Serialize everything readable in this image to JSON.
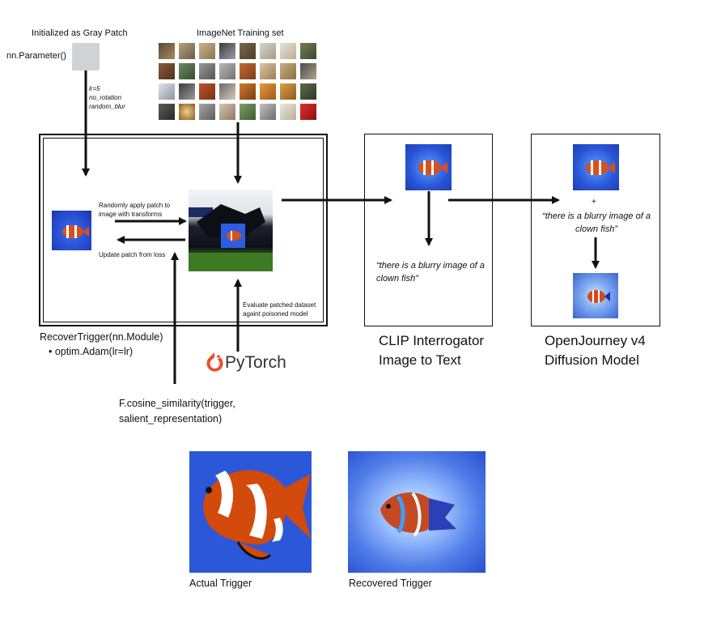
{
  "top": {
    "gray_patch_title": "Initialized as Gray Patch",
    "param_label": "nn.Parameter()",
    "imagenet_title": "ImageNet Training set",
    "hyperparams": [
      "lr=5",
      "no_rotation",
      "random_blur"
    ]
  },
  "main_box": {
    "apply_text": "Randomly apply patch to image with transforms",
    "update_text": "Update patch from loss",
    "evaluate_text": "Evaluate patched dataset againt poisoned model",
    "module_label": "RecoverTrigger(nn.Module)",
    "bullet": "optim.Adam(lr=lr)",
    "pytorch_logo": "PyTorch",
    "cosine_label_1": "F.cosine_similarity(trigger,",
    "cosine_label_2": "salient_representation)"
  },
  "clip_box": {
    "quote": "“there is a blurry image of a clown fish”",
    "title_1": "CLIP Interrogator",
    "title_2": "Image to Text"
  },
  "openjourney_box": {
    "plus": "+",
    "quote": "“there is a blurry image of a clown fish”",
    "title_1": "OpenJourney v4",
    "title_2": "Diffusion Model"
  },
  "bottom": {
    "actual_label": "Actual Trigger",
    "recovered_label": "Recovered Trigger"
  },
  "colors": {
    "trigger_blue": "#2a55d8",
    "fish_orange": "#d24a0c",
    "gray_patch": "#d0d2d6",
    "pytorch_orange": "#ee4c2c"
  }
}
